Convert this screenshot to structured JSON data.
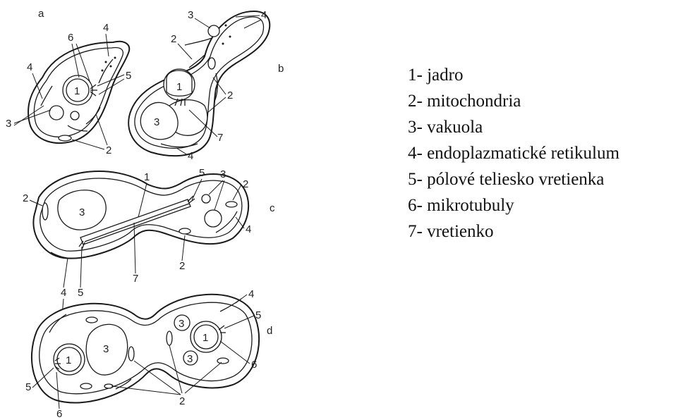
{
  "panel_labels": {
    "a": "a",
    "b": "b",
    "c": "c",
    "d": "d"
  },
  "legend": [
    "1- jadro",
    "2- mitochondria",
    "3- vakuola",
    "4- endoplazmatické retikulum",
    "5- pólové teliesko vretienka",
    "6- mikrotubuly",
    "7- vretienko"
  ],
  "callouts": {
    "a": {
      "n1": "1",
      "n2": "2",
      "n3": "3",
      "n4a": "4",
      "n4b": "4",
      "n5": "5",
      "n6": "6"
    },
    "b": {
      "n1": "1",
      "n2a": "2",
      "n2b": "2",
      "n3a": "3",
      "n3b": "3",
      "n4a": "4",
      "n4b": "4",
      "n7": "7"
    },
    "c": {
      "n1": "1",
      "n2a": "2",
      "n2b": "2",
      "n2c": "2",
      "n3a": "3",
      "n3b": "3",
      "n4a": "4",
      "n4b": "4",
      "n5a": "5",
      "n5b": "5",
      "n7": "7"
    },
    "d": {
      "n1a": "1",
      "n1b": "1",
      "n2": "2",
      "n3a": "3",
      "n3b": "3",
      "n3c": "3",
      "n4": "4",
      "n5a": "5",
      "n5b": "5",
      "n6a": "6",
      "n6b": "6"
    }
  }
}
